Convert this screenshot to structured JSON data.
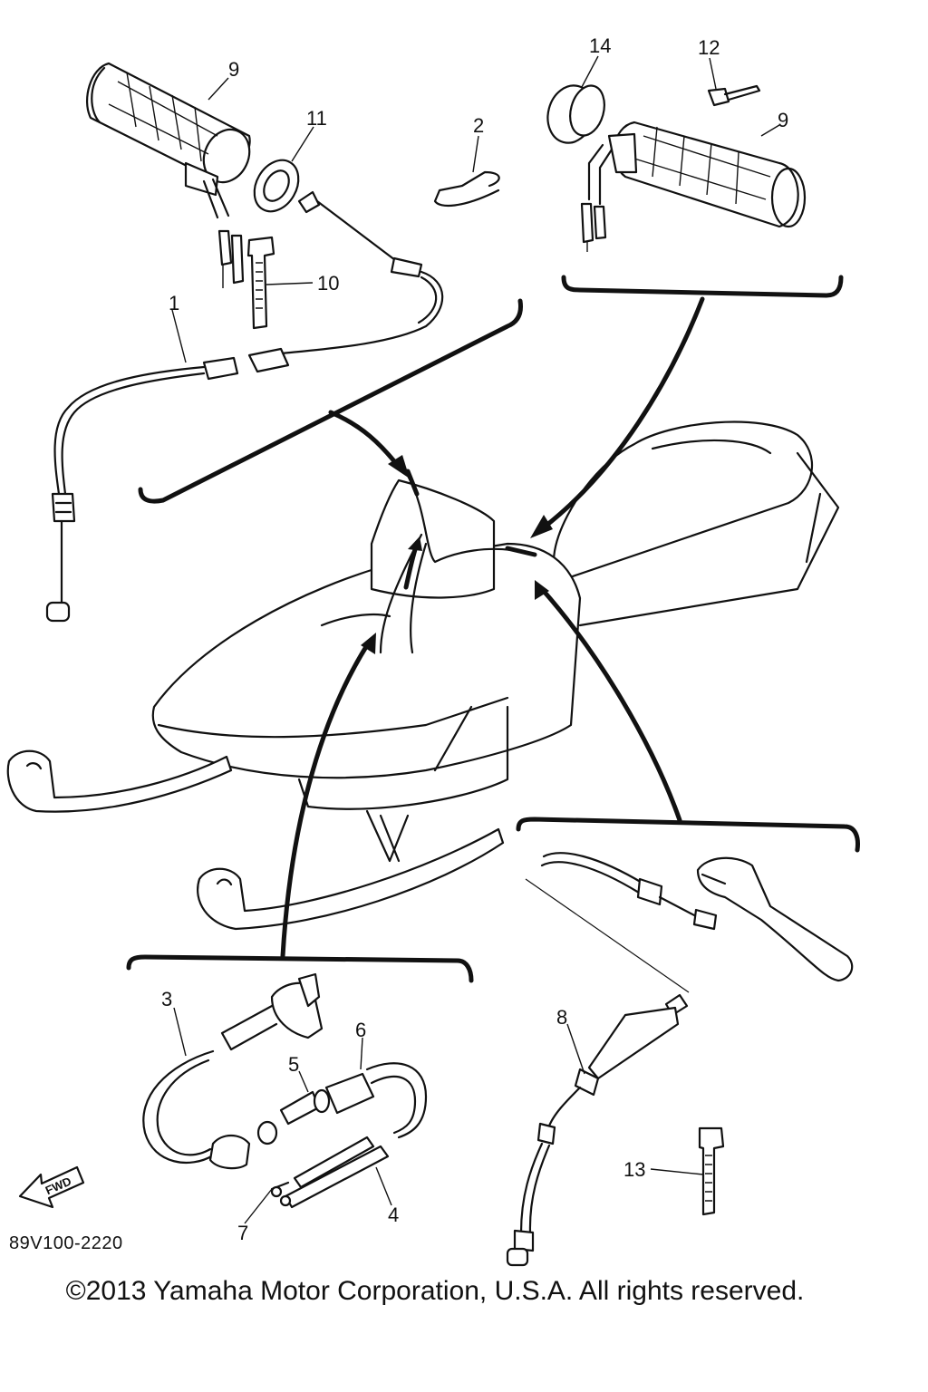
{
  "diagram": {
    "part_numbers": [
      "1",
      "2",
      "3",
      "4",
      "5",
      "6",
      "7",
      "8",
      "9",
      "9",
      "10",
      "11",
      "12",
      "13",
      "14"
    ],
    "fwd_label": "FWD",
    "drawing_code": "89V100-2220",
    "copyright": "©2013 Yamaha Motor Corporation, U.S.A. All rights reserved."
  }
}
